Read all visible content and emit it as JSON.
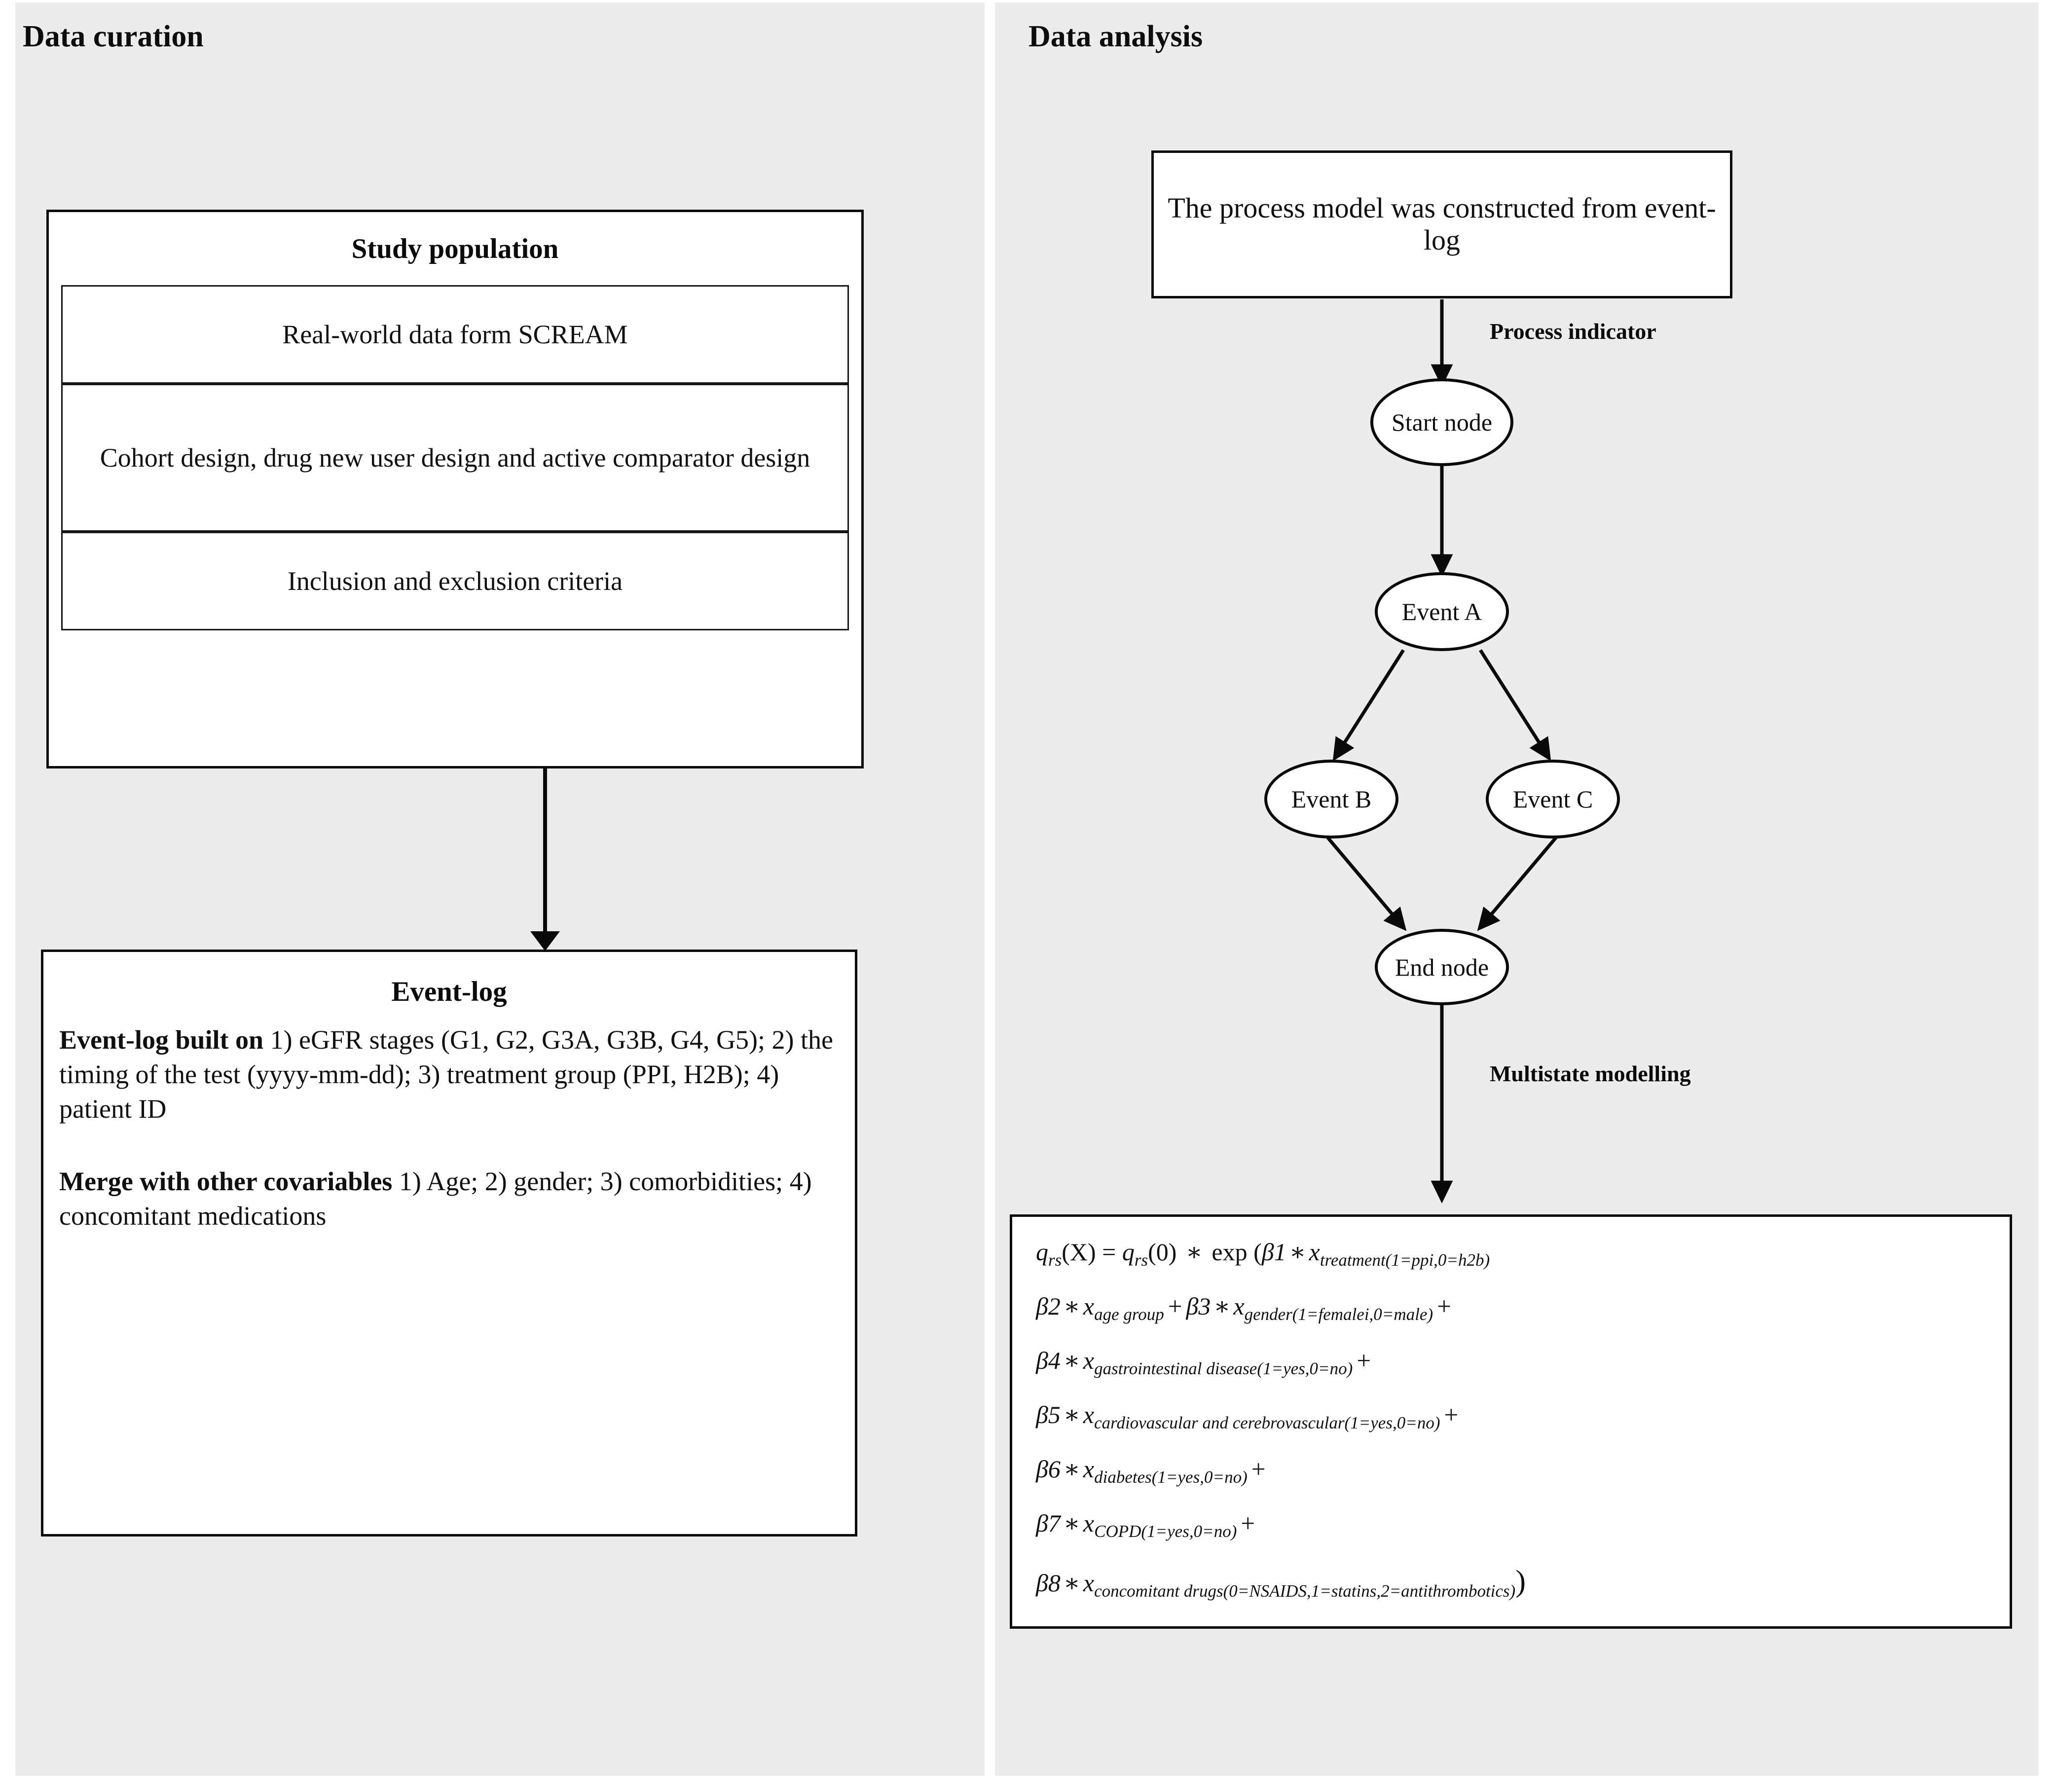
{
  "panels": {
    "left": {
      "title": "Data curation"
    },
    "right": {
      "title": "Data analysis"
    }
  },
  "study_population": {
    "title": "Study population",
    "items": [
      "Real-world data form SCREAM",
      "Cohort design, drug new user design and active comparator design",
      "Inclusion and exclusion criteria"
    ]
  },
  "event_log": {
    "title": "Event-log",
    "paragraph1_bold": "Event-log built on",
    "paragraph1_rest": " 1) eGFR stages (G1, G2, G3A, G3B, G4, G5); 2) the timing of the test (yyyy-mm-dd); 3) treatment group (PPI, H2B); 4) patient ID",
    "paragraph2_bold": "Merge with other covariables",
    "paragraph2_rest": " 1) Age; 2) gender; 3) comorbidities; 4) concomitant medications"
  },
  "process_model": {
    "intro_box": "The process model was constructed from event-log",
    "edge_label_top": "Process indicator",
    "edge_label_bottom": "Multistate modelling",
    "nodes": [
      {
        "id": "start",
        "label": "Start node"
      },
      {
        "id": "a",
        "label": "Event A"
      },
      {
        "id": "b",
        "label": "Event B"
      },
      {
        "id": "c",
        "label": "Event C"
      },
      {
        "id": "end",
        "label": "End node"
      }
    ],
    "edges": [
      {
        "from": "intro",
        "to": "start"
      },
      {
        "from": "start",
        "to": "a"
      },
      {
        "from": "a",
        "to": "b"
      },
      {
        "from": "a",
        "to": "c"
      },
      {
        "from": "b",
        "to": "end"
      },
      {
        "from": "c",
        "to": "end"
      },
      {
        "from": "end",
        "to": "formula"
      }
    ]
  },
  "formula": {
    "lines": [
      {
        "id": "line1",
        "parts": [
          {
            "t": "q",
            "style": "italic"
          },
          {
            "t": "rs",
            "style": "sub"
          },
          {
            "t": "(X) = ",
            "style": "normal"
          },
          {
            "t": "q",
            "style": "italic"
          },
          {
            "t": "rs",
            "style": "sub"
          },
          {
            "t": "(0) ",
            "style": "normal"
          },
          {
            "t": "∗",
            "style": "op"
          },
          {
            "t": " exp (",
            "style": "normal"
          },
          {
            "t": "β1",
            "style": "italic"
          },
          {
            "t": " ∗ ",
            "style": "op"
          },
          {
            "t": "x",
            "style": "italic"
          },
          {
            "t": "treatment(1=ppi,0=h2b)",
            "style": "sub"
          }
        ],
        "plain": "q_rs(X) = q_rs(0) * exp (β1 * x_treatment(1=ppi,0=h2b)"
      },
      {
        "id": "line2",
        "parts": [
          {
            "t": "β2",
            "style": "italic"
          },
          {
            "t": " ∗ ",
            "style": "op"
          },
          {
            "t": "x",
            "style": "italic"
          },
          {
            "t": "age group",
            "style": "sub"
          },
          {
            "t": " + ",
            "style": "bigop"
          },
          {
            "t": "β3",
            "style": "italic"
          },
          {
            "t": " ∗ ",
            "style": "op"
          },
          {
            "t": "x",
            "style": "italic"
          },
          {
            "t": "gender(1=femalei,0=male)",
            "style": "sub"
          },
          {
            "t": " +",
            "style": "bigop"
          }
        ],
        "plain": "β2 * x_age group + β3 * x_gender(1=femalei,0=male) +"
      },
      {
        "id": "line3",
        "parts": [
          {
            "t": "β4",
            "style": "italic"
          },
          {
            "t": " ∗ ",
            "style": "op"
          },
          {
            "t": "x",
            "style": "italic"
          },
          {
            "t": "gastrointestinal disease(1=yes,0=no)",
            "style": "sub"
          },
          {
            "t": " +",
            "style": "bigop"
          }
        ],
        "plain": "β4 * x_gastrointestinal disease(1=yes,0=no) +"
      },
      {
        "id": "line4",
        "parts": [
          {
            "t": "β5",
            "style": "italic"
          },
          {
            "t": " ∗ ",
            "style": "op"
          },
          {
            "t": "x",
            "style": "italic"
          },
          {
            "t": "cardiovascular and cerebrovascular(1=yes,0=no)",
            "style": "sub"
          },
          {
            "t": " +",
            "style": "bigop"
          }
        ],
        "plain": "β5 * x_cardiovascular and cerebrovascular(1=yes,0=no) +"
      },
      {
        "id": "line5",
        "parts": [
          {
            "t": "β6",
            "style": "italic"
          },
          {
            "t": " ∗ ",
            "style": "op"
          },
          {
            "t": "x",
            "style": "italic"
          },
          {
            "t": "diabetes(1=yes,0=no)",
            "style": "sub"
          },
          {
            "t": " +",
            "style": "bigop"
          }
        ],
        "plain": "β6 * x_diabetes(1=yes,0=no) +"
      },
      {
        "id": "line6",
        "parts": [
          {
            "t": "β7",
            "style": "italic"
          },
          {
            "t": " ∗ ",
            "style": "op"
          },
          {
            "t": "x",
            "style": "italic"
          },
          {
            "t": "COPD(1=yes,0=no)",
            "style": "sub"
          },
          {
            "t": " +",
            "style": "bigop"
          }
        ],
        "plain": "β7 * x_COPD(1=yes,0=no) +"
      },
      {
        "id": "line7",
        "parts": [
          {
            "t": "β8",
            "style": "italic"
          },
          {
            "t": " ∗ ",
            "style": "op"
          },
          {
            "t": "x",
            "style": "italic"
          },
          {
            "t": "concomitant drugs(0=NSAIDS,1=statins,2=antithrombotics)",
            "style": "sub"
          },
          {
            "t": ")",
            "style": "normal"
          }
        ],
        "plain": "β8 * x_concomitant drugs(0=NSAIDS,1=statins,2=antithrombotics))"
      }
    ]
  },
  "colors": {
    "panel_bg": "#ececec",
    "page_bg": "#ffffff",
    "box_bg": "#ffffff",
    "stroke": "#0a0a0a",
    "text": "#101010"
  }
}
